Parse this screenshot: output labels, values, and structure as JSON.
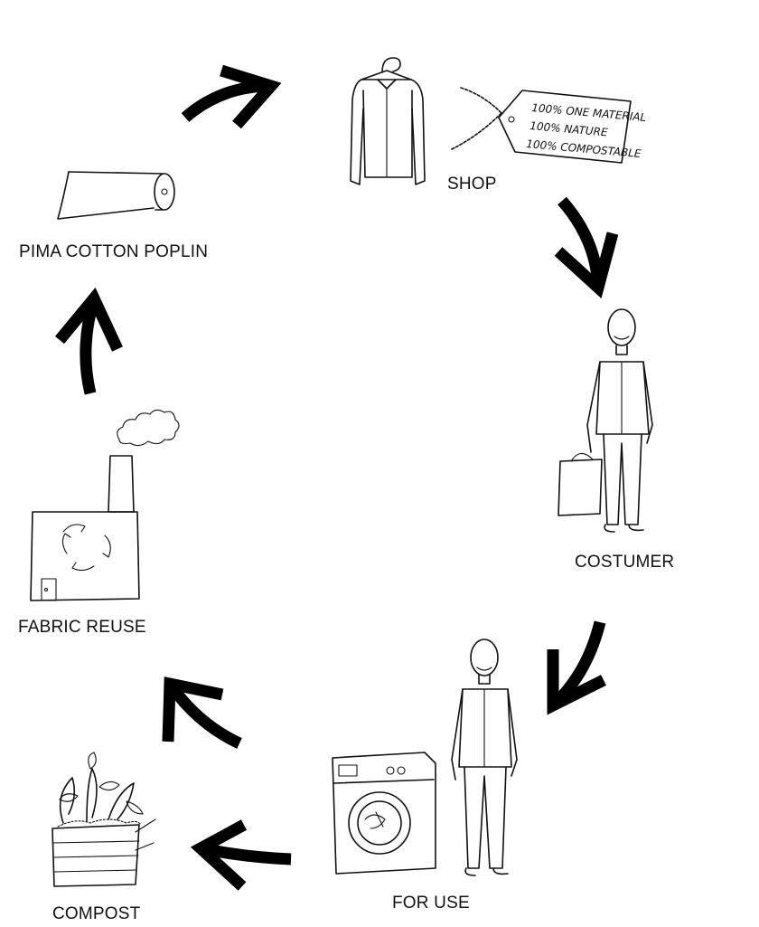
{
  "steps": {
    "shop": "SHOP",
    "costumer": "COSTUMER",
    "for_use": "FOR USE",
    "compost": "COMPOST",
    "fabric_reuse": "FABRIC REUSE",
    "pima_cotton_poplin": "PIMA COTTON POPLIN"
  },
  "tag": {
    "line1": "100% ONE MATERIAL",
    "line2": "100% NATURE",
    "line3": "100% COMPOSTABLE"
  },
  "colors": {
    "ink": "#111111",
    "arrow": "#000000",
    "background": "#ffffff"
  }
}
